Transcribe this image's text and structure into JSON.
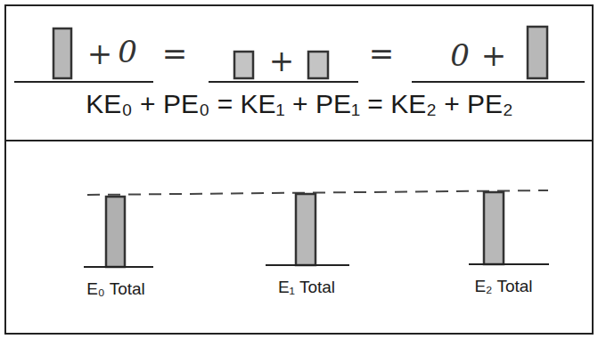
{
  "diagram": {
    "labels": [
      "+",
      "0",
      "=",
      "+",
      "=",
      "0",
      "+",
      "KE₀ + PE₀ = KE₁ + PE₁ = KE₂ + PE₂",
      "E₀ Total",
      "E₁ Total",
      "E₂ Total"
    ]
  }
}
